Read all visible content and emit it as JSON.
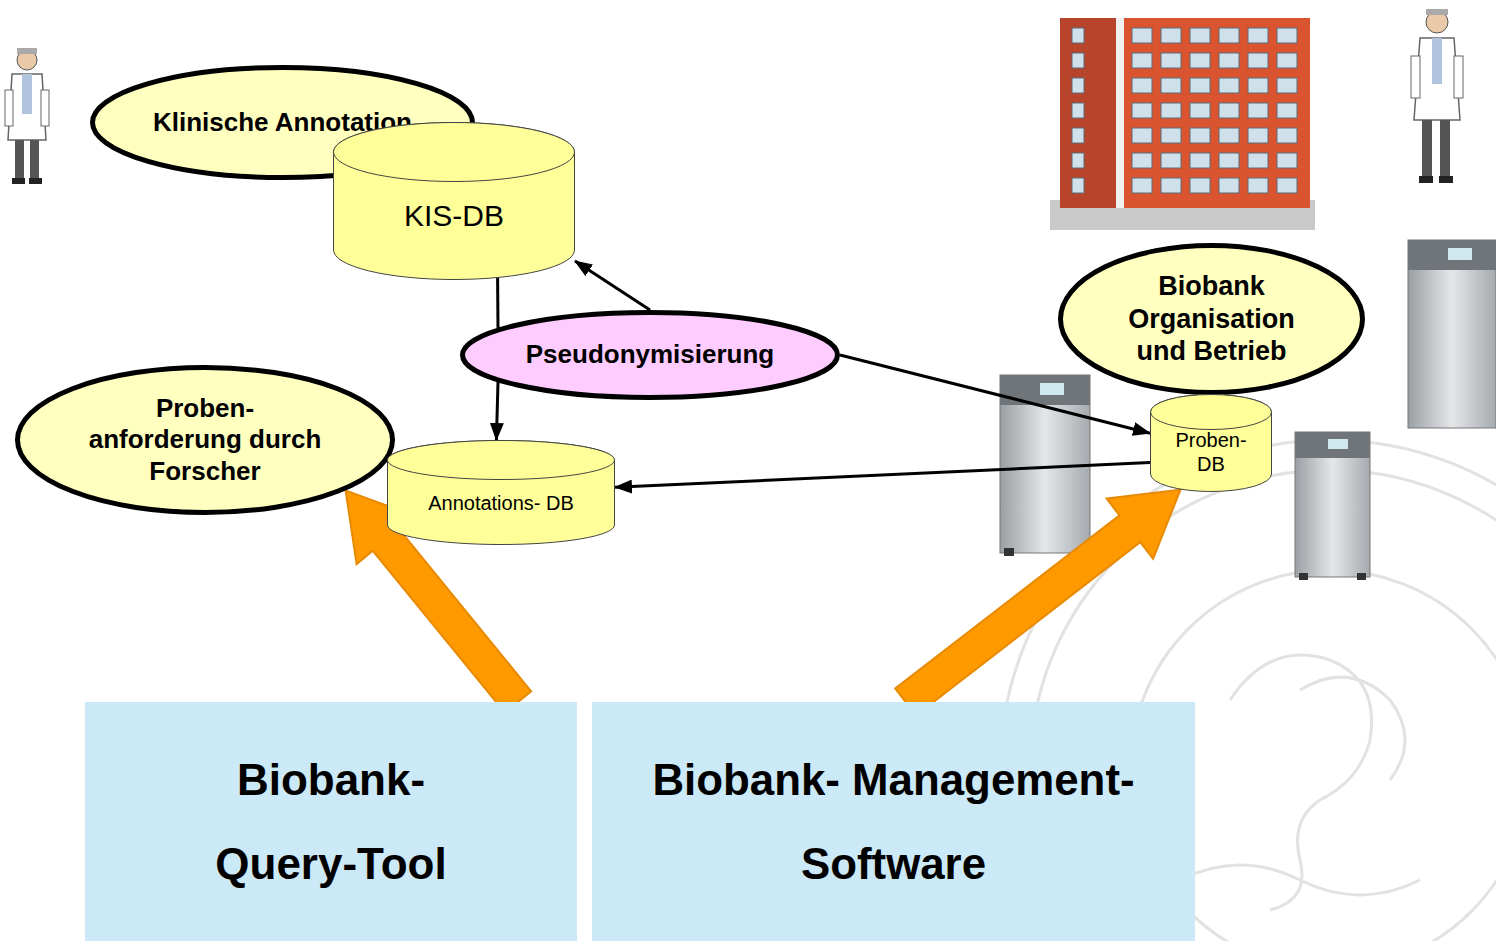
{
  "diagram": {
    "nodes": [
      {
        "text": [
          "Klinische Annotation"
        ]
      },
      {
        "text": [
          "KIS-DB"
        ]
      },
      {
        "text": [
          "Pseudonymisierung"
        ]
      },
      {
        "text": [
          "Biobank Organisation und Betrieb"
        ]
      },
      {
        "text": [
          "Proben- DB"
        ]
      },
      {
        "text": [
          "Proben- anforderung durch Forscher"
        ]
      },
      {
        "text": [
          "Annotations- DB"
        ]
      },
      {
        "text": [
          "Biobank- Query-Tool"
        ]
      },
      {
        "text": [
          "Biobank- Management-Software"
        ]
      }
    ],
    "edges": [
      {
        "from": 1,
        "to": 2,
        "arrow": "none"
      },
      {
        "from": 2,
        "to": 6,
        "arrow": "to"
      },
      {
        "from": 2,
        "to": 1,
        "arrow": "to"
      },
      {
        "from": 2,
        "to": 4,
        "arrow": "to"
      },
      {
        "from": 4,
        "to": 6,
        "arrow": "to"
      },
      {
        "from": 7,
        "to": 5,
        "arrow": "to"
      },
      {
        "from": 8,
        "to": 4,
        "arrow": "to"
      }
    ]
  }
}
